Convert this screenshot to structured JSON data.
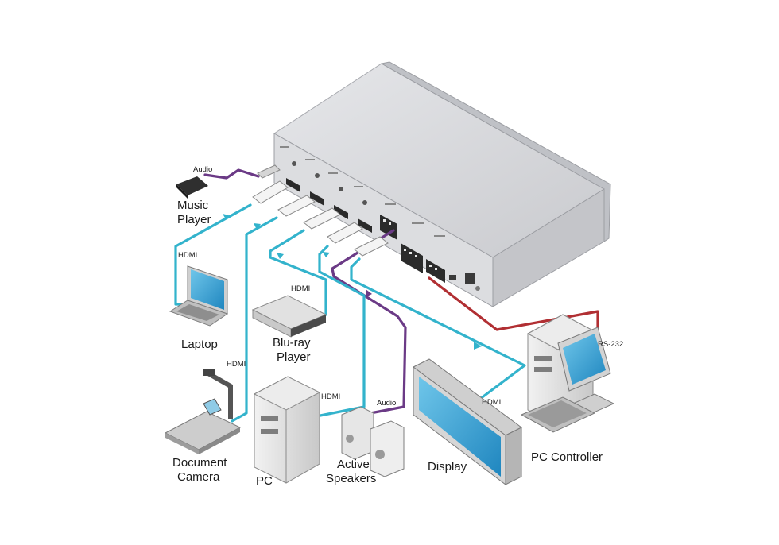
{
  "devices": {
    "music_player": {
      "line1": "Music",
      "line2": "Player"
    },
    "laptop": {
      "label": "Laptop"
    },
    "bluray": {
      "line1": "Blu-ray",
      "line2": "Player"
    },
    "document_camera": {
      "line1": "Document",
      "line2": "Camera"
    },
    "pc": {
      "label": "PC"
    },
    "speakers": {
      "line1": "Active",
      "line2": "Speakers"
    },
    "display": {
      "label": "Display"
    },
    "pc_controller": {
      "label": "PC Controller"
    }
  },
  "cables": {
    "audio_in": "Audio",
    "hdmi_laptop": "HDMI",
    "hdmi_bluray": "HDMI",
    "hdmi_doccam": "HDMI",
    "hdmi_pc": "HDMI",
    "audio_out": "Audio",
    "hdmi_display": "HDMI",
    "rs232": "RS-232"
  },
  "colors": {
    "hdmi": "#33b3cc",
    "audio": "#6b3a86",
    "rs232": "#b12f33",
    "chassis": "#d9dadd",
    "terminal": "#2b2b2b"
  }
}
